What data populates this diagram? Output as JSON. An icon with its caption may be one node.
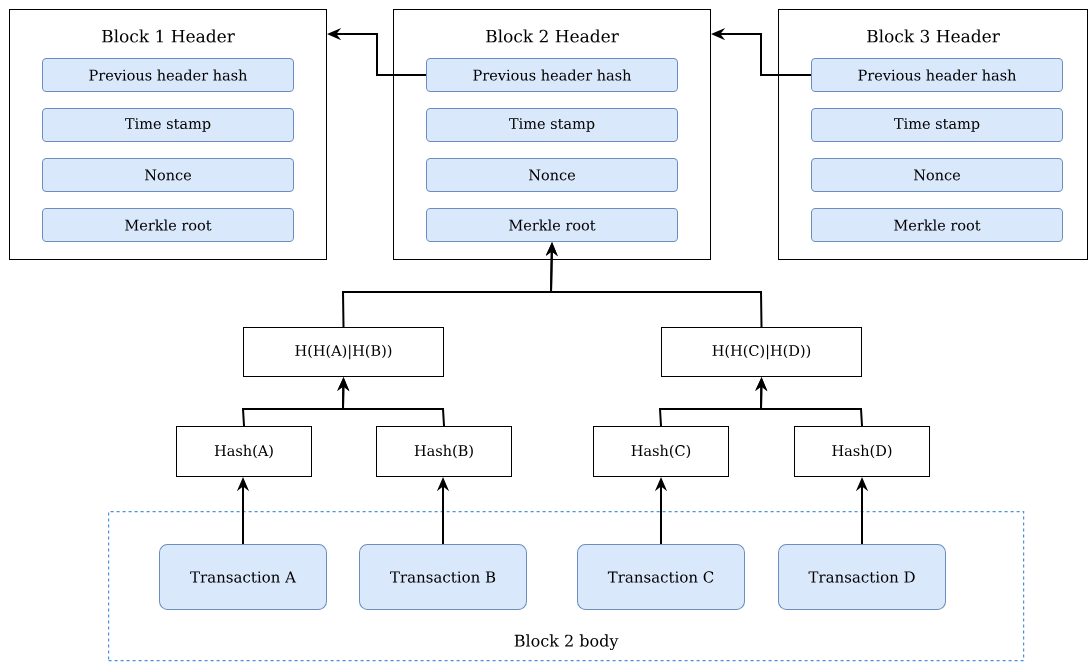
{
  "diagram": {
    "nodes": [
      {
        "text": [
          "Block 1 Header"
        ]
      },
      {
        "text": [
          "Previous header hash"
        ],
        "in": 0
      },
      {
        "text": [
          "Time stamp"
        ],
        "in": 0
      },
      {
        "text": [
          "Nonce"
        ],
        "in": 0
      },
      {
        "text": [
          "Merkle root"
        ],
        "in": 0
      },
      {
        "text": [
          "Block 2 Header"
        ]
      },
      {
        "text": [
          "Previous header hash"
        ],
        "in": 5
      },
      {
        "text": [
          "Time stamp"
        ],
        "in": 5
      },
      {
        "text": [
          "Nonce"
        ],
        "in": 5
      },
      {
        "text": [
          "Merkle root"
        ],
        "in": 5
      },
      {
        "text": [
          "Block 3 Header"
        ]
      },
      {
        "text": [
          "Previous header hash"
        ],
        "in": 10
      },
      {
        "text": [
          "Time stamp"
        ],
        "in": 10
      },
      {
        "text": [
          "Nonce"
        ],
        "in": 10
      },
      {
        "text": [
          "Merkle root"
        ],
        "in": 10
      },
      {
        "text": [
          "H(H(A)|H(B))"
        ]
      },
      {
        "text": [
          "H(H(C)|H(D))"
        ]
      },
      {
        "text": [
          "Hash(A)"
        ]
      },
      {
        "text": [
          "Hash(B)"
        ]
      },
      {
        "text": [
          "Hash(C)"
        ]
      },
      {
        "text": [
          "Hash(D)"
        ]
      },
      {
        "text": [
          "Block 2 body"
        ]
      },
      {
        "text": [
          "Transaction A"
        ],
        "in": 21
      },
      {
        "text": [
          "Transaction B"
        ],
        "in": 21
      },
      {
        "text": [
          "Transaction C"
        ],
        "in": 21
      },
      {
        "text": [
          "Transaction D"
        ],
        "in": 21
      }
    ],
    "edges": [
      {
        "from": 6,
        "to": 0,
        "arrow": "to"
      },
      {
        "from": 11,
        "to": 5,
        "arrow": "to"
      },
      {
        "from": 15,
        "to": 9,
        "arrow": "to"
      },
      {
        "from": 16,
        "to": 9,
        "arrow": "to"
      },
      {
        "from": 17,
        "to": 15,
        "arrow": "to"
      },
      {
        "from": 18,
        "to": 15,
        "arrow": "to"
      },
      {
        "from": 19,
        "to": 16,
        "arrow": "to"
      },
      {
        "from": 20,
        "to": 16,
        "arrow": "to"
      },
      {
        "from": 22,
        "to": 17,
        "arrow": "to"
      },
      {
        "from": 23,
        "to": 18,
        "arrow": "to"
      },
      {
        "from": 24,
        "to": 19,
        "arrow": "to"
      },
      {
        "from": 25,
        "to": 20,
        "arrow": "to"
      }
    ]
  }
}
